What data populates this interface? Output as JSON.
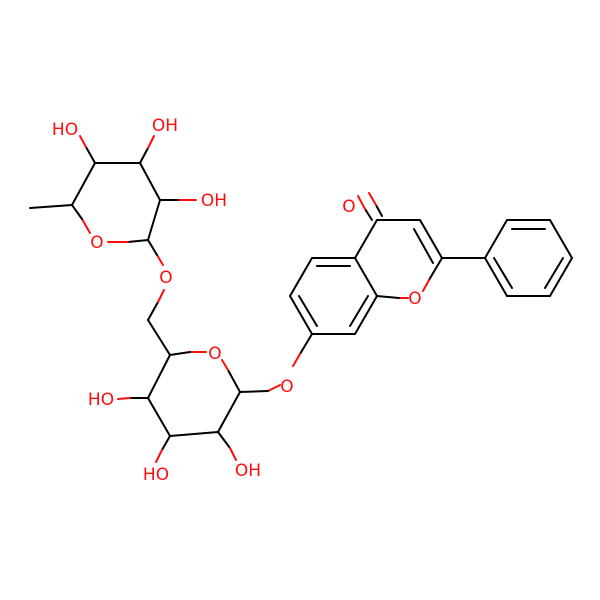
{
  "molecule": {
    "colors": {
      "bond": "#000000",
      "oxygen": "#ff0d0d"
    },
    "labels": {
      "ketone_o": "O",
      "chromone_ring_o": "O",
      "glycosidic_o_aryl": "O",
      "glucose_ring_o": "O",
      "glycosidic_o_link": "O",
      "rhamnose_ring_o": "O",
      "oh_rham_4": "HO",
      "oh_rham_3": "OH",
      "oh_rham_2": "OH",
      "oh_glc_4": "HO",
      "oh_glc_3": "HO",
      "oh_glc_2": "OH"
    }
  }
}
